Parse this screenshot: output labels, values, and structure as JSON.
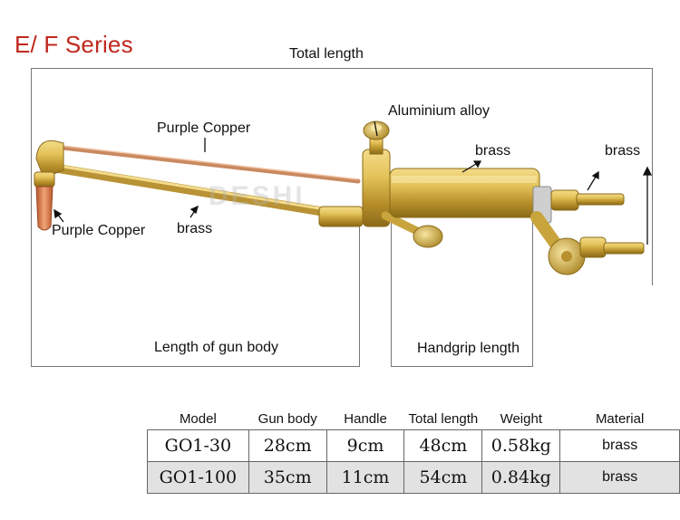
{
  "series_title": "E/ F Series",
  "watermark": "DESHI",
  "labels": {
    "total_length": "Total length",
    "aluminium_alloy": "Aluminium alloy",
    "purple_copper_top": "Purple Copper",
    "brass_body": "brass",
    "brass_right": "brass",
    "purple_copper_tip": "Purple Copper",
    "brass_lower": "brass",
    "gun_body_length": "Length of gun body",
    "handgrip_length": "Handgrip length"
  },
  "table": {
    "headers": [
      "Model",
      "Gun body",
      "Handle",
      "Total length",
      "Weight",
      "Material"
    ],
    "rows": [
      [
        "GO1-30",
        "28cm",
        "9cm",
        "48cm",
        "0.58kg",
        "brass"
      ],
      [
        "GO1-100",
        "35cm",
        "11cm",
        "54cm",
        "0.84kg",
        "brass"
      ]
    ]
  },
  "colors": {
    "title": "#c0281e",
    "brass": "#d9b44a",
    "copper": "#d98c5f",
    "row_alt": "#e2e2e2"
  }
}
